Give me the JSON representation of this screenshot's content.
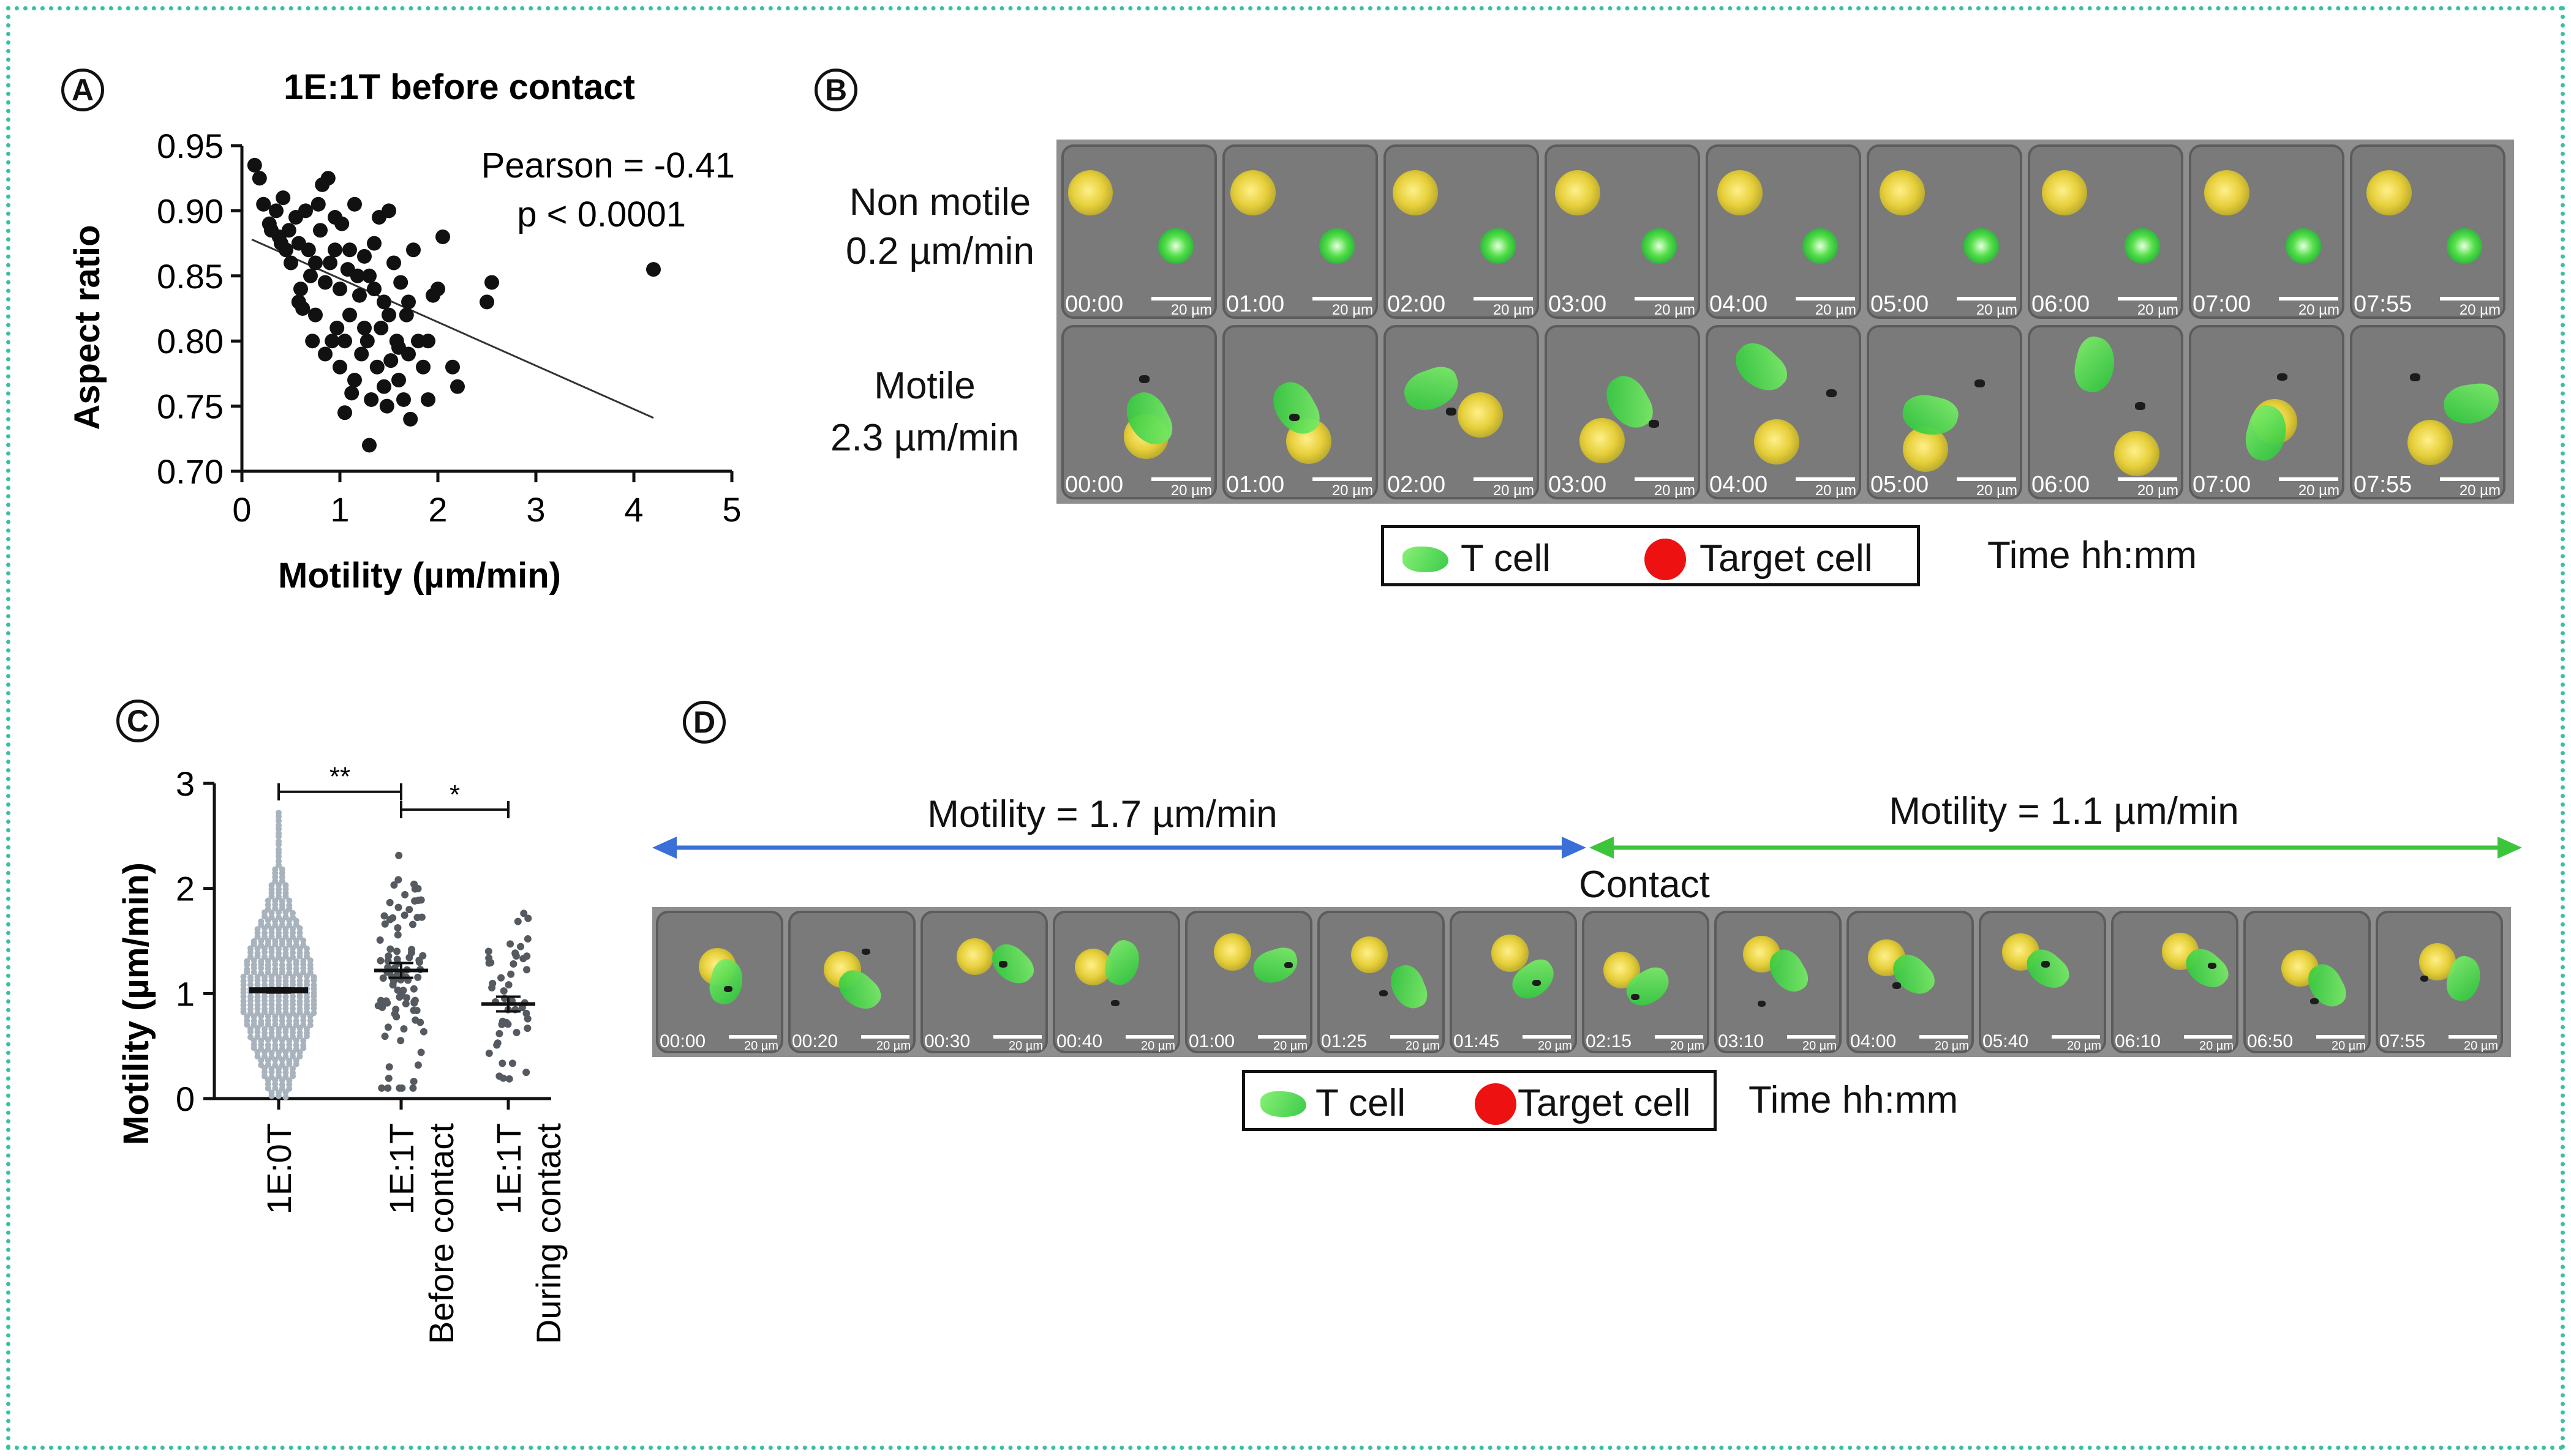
{
  "panels": {
    "a": "A",
    "b": "B",
    "c": "C",
    "d": "D"
  },
  "chart_data": [
    {
      "type": "scatter",
      "title": "1E:1T before contact",
      "xlabel": "Motility (µm/min)",
      "ylabel": "Aspect ratio",
      "xlim": [
        0,
        5
      ],
      "ylim": [
        0.7,
        0.95
      ],
      "xticks": [
        "0",
        "1",
        "2",
        "3",
        "4",
        "5"
      ],
      "yticks": [
        "0.70",
        "0.75",
        "0.80",
        "0.85",
        "0.90",
        "0.95"
      ],
      "annotation_line1": "Pearson = -0.41",
      "annotation_line2": "p < 0.0001",
      "regression": {
        "x": [
          0.1,
          4.2
        ],
        "y": [
          0.878,
          0.741
        ]
      },
      "points": [
        [
          0.13,
          0.935
        ],
        [
          0.18,
          0.925
        ],
        [
          0.22,
          0.905
        ],
        [
          0.28,
          0.89
        ],
        [
          0.3,
          0.885
        ],
        [
          0.35,
          0.9
        ],
        [
          0.38,
          0.88
        ],
        [
          0.42,
          0.91
        ],
        [
          0.45,
          0.87
        ],
        [
          0.5,
          0.86
        ],
        [
          0.55,
          0.895
        ],
        [
          0.58,
          0.875
        ],
        [
          0.6,
          0.84
        ],
        [
          0.62,
          0.825
        ],
        [
          0.65,
          0.9
        ],
        [
          0.68,
          0.87
        ],
        [
          0.7,
          0.85
        ],
        [
          0.72,
          0.8
        ],
        [
          0.75,
          0.82
        ],
        [
          0.78,
          0.905
        ],
        [
          0.8,
          0.885
        ],
        [
          0.82,
          0.92
        ],
        [
          0.85,
          0.845
        ],
        [
          0.88,
          0.925
        ],
        [
          0.9,
          0.86
        ],
        [
          0.92,
          0.8
        ],
        [
          0.95,
          0.87
        ],
        [
          0.97,
          0.81
        ],
        [
          1.0,
          0.78
        ],
        [
          1.02,
          0.89
        ],
        [
          1.05,
          0.745
        ],
        [
          1.08,
          0.855
        ],
        [
          1.1,
          0.82
        ],
        [
          1.12,
          0.76
        ],
        [
          1.15,
          0.905
        ],
        [
          1.18,
          0.85
        ],
        [
          1.2,
          0.835
        ],
        [
          1.22,
          0.79
        ],
        [
          1.25,
          0.865
        ],
        [
          1.28,
          0.8
        ],
        [
          1.3,
          0.72
        ],
        [
          1.32,
          0.755
        ],
        [
          1.35,
          0.84
        ],
        [
          1.38,
          0.78
        ],
        [
          1.4,
          0.895
        ],
        [
          1.42,
          0.81
        ],
        [
          1.45,
          0.83
        ],
        [
          1.48,
          0.75
        ],
        [
          1.5,
          0.9
        ],
        [
          1.52,
          0.785
        ],
        [
          1.55,
          0.86
        ],
        [
          1.58,
          0.8
        ],
        [
          1.6,
          0.77
        ],
        [
          1.62,
          0.845
        ],
        [
          1.65,
          0.755
        ],
        [
          1.68,
          0.82
        ],
        [
          1.7,
          0.79
        ],
        [
          1.72,
          0.74
        ],
        [
          1.75,
          0.87
        ],
        [
          1.8,
          0.8
        ],
        [
          1.85,
          0.78
        ],
        [
          1.9,
          0.755
        ],
        [
          1.95,
          0.835
        ],
        [
          2.0,
          0.84
        ],
        [
          2.05,
          0.88
        ],
        [
          2.15,
          0.78
        ],
        [
          2.2,
          0.765
        ],
        [
          2.5,
          0.83
        ],
        [
          2.55,
          0.845
        ],
        [
          4.2,
          0.855
        ],
        [
          0.4,
          0.875
        ],
        [
          0.48,
          0.885
        ],
        [
          0.95,
          0.895
        ],
        [
          1.1,
          0.87
        ],
        [
          1.35,
          0.875
        ],
        [
          1.05,
          0.8
        ],
        [
          1.25,
          0.81
        ],
        [
          1.5,
          0.82
        ],
        [
          0.75,
          0.86
        ],
        [
          0.85,
          0.79
        ],
        [
          1.15,
          0.77
        ],
        [
          1.45,
          0.765
        ],
        [
          1.6,
          0.795
        ],
        [
          1.9,
          0.8
        ],
        [
          1.3,
          0.85
        ],
        [
          0.58,
          0.83
        ],
        [
          1.0,
          0.84
        ],
        [
          1.7,
          0.83
        ]
      ]
    },
    {
      "type": "scatter",
      "title": "",
      "xlabel": "",
      "ylabel": "Motility (µm/min)",
      "ylim": [
        0,
        3
      ],
      "yticks": [
        "0",
        "1",
        "2",
        "3"
      ],
      "categories": [
        "1E:0T",
        "1E:1T\nBefore contact",
        "1E:1T\nDuring contact"
      ],
      "category_line1": [
        "1E:0T",
        "1E:1T",
        "1E:1T"
      ],
      "category_line2": [
        "",
        "Before contact",
        "During contact"
      ],
      "mean": [
        1.03,
        1.22,
        0.9
      ],
      "sem": [
        0.02,
        0.07,
        0.07
      ],
      "significance": [
        {
          "from": 0,
          "to": 1,
          "label": "**"
        },
        {
          "from": 1,
          "to": 2,
          "label": "*"
        }
      ]
    }
  ],
  "panel_b": {
    "row1_label1": "Non motile",
    "row1_label2": "0.2 µm/min",
    "row2_label1": "Motile",
    "row2_label2": "2.3 µm/min",
    "times": [
      "00:00",
      "01:00",
      "02:00",
      "03:00",
      "04:00",
      "05:00",
      "06:00",
      "07:00",
      "07:55"
    ],
    "scale": "20 µm",
    "legend": {
      "t_cell": "T cell",
      "target_cell": "Target cell",
      "time": "Time hh:mm"
    }
  },
  "panel_d": {
    "motility_before": "Motility = 1.7 µm/min",
    "motility_after": "Motility = 1.1 µm/min",
    "contact": "Contact",
    "times": [
      "00:00",
      "00:20",
      "00:30",
      "00:40",
      "01:00",
      "01:25",
      "01:45",
      "02:15",
      "03:10",
      "04:00",
      "05:40",
      "06:10",
      "06:50",
      "07:55"
    ],
    "scale": "20 µm",
    "legend": {
      "t_cell": "T cell",
      "target_cell": "Target cell",
      "time": "Time hh:mm"
    }
  },
  "colors": {
    "frame": "#3dbfa0",
    "blue_arrow": "#3a6fd8",
    "green_arrow": "#3cc43a",
    "tcell": "#4cd83a",
    "target": "#ee1111",
    "dots_c1": "#a9b3bd",
    "dots_c2": "#555a60"
  }
}
